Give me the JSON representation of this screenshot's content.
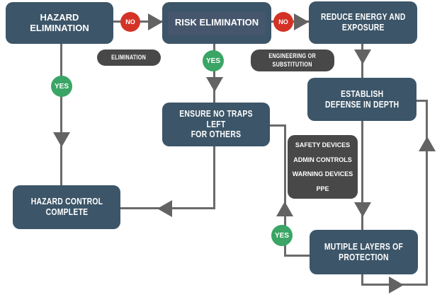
{
  "nodes": {
    "hazard_elimination": "HAZARD\nELIMINATION",
    "risk_elimination": "RISK ELIMINATION",
    "reduce_energy": "REDUCE ENERGY AND\nEXPOSURE",
    "establish_defense": "ESTABLISH\nDEFENSE IN DEPTH",
    "ensure_no_traps": "ENSURE NO TRAPS LEFT\nFOR OTHERS",
    "hazard_control_complete": "HAZARD CONTROL\nCOMPLETE",
    "multiple_layers": "MUTIPLE LAYERS OF\nPROTECTION"
  },
  "tags": {
    "elimination": "ELIMINATION",
    "engineering": "ENGINEERING OR\nSUBSTITUTION"
  },
  "controls": {
    "items": [
      "SAFETY DEVICES",
      "ADMIN CONTROLS",
      "WARNING DEVICES",
      "PPE"
    ]
  },
  "decisions": {
    "no": "NO",
    "yes": "YES"
  },
  "colors": {
    "node_fill": "#3c5568",
    "band_fill": "#46566c",
    "tag_fill": "#484848",
    "no_fill": "#d43227",
    "yes_fill": "#3aa565",
    "line_color": "#6a6a6a",
    "arrow_color": "#636363",
    "text_color": "#ffffff",
    "background": "#ffffff"
  }
}
